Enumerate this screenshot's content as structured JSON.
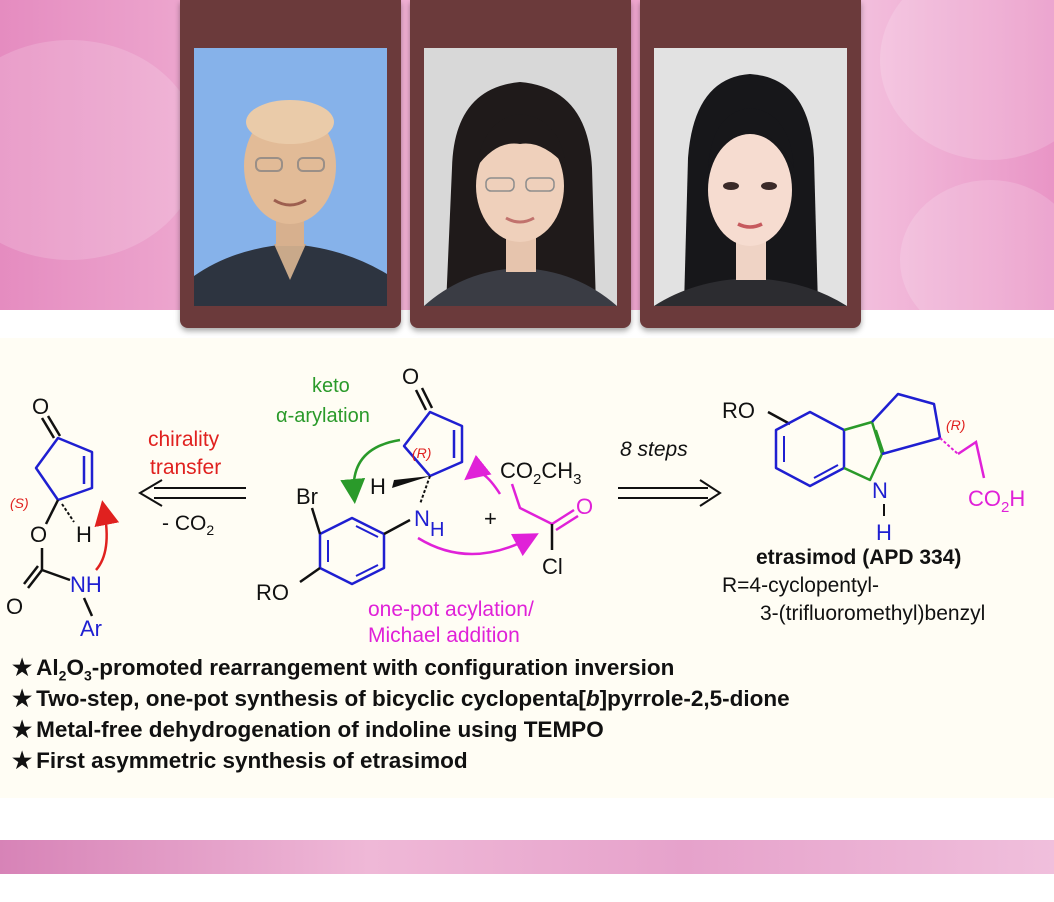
{
  "colors": {
    "blue": "#1f1fd1",
    "red": "#e0211f",
    "green": "#2a9a2a",
    "magenta": "#e021d8",
    "black": "#111111",
    "card": "#6b3a3b",
    "banner_pink": "#ee9fcb"
  },
  "portraits": [
    {
      "photo_icon": "portrait-man-photo",
      "background": "#86b2ea"
    },
    {
      "photo_icon": "portrait-woman-photo",
      "background": "#d8d8d8"
    },
    {
      "photo_icon": "portrait-woman-photo",
      "background": "#e2e2e2"
    }
  ],
  "scheme": {
    "left": {
      "O_top": "O",
      "S_label": "(S)",
      "H": "H",
      "O_ring": "O",
      "O_carbonyl": "O",
      "NH": "NH",
      "Ar": "Ar"
    },
    "arrow_left": {
      "line1": "chirality",
      "line2": "transfer",
      "below": "- CO",
      "below_sub": "2"
    },
    "middle": {
      "green_line1": "keto",
      "green_line2": "α-arylation",
      "O_top": "O",
      "R_label": "(R)",
      "H": "H",
      "N": "N",
      "N_H": "H",
      "Br": "Br",
      "RO": "RO",
      "plus": "+",
      "ester": "CO",
      "ester_sub": "2",
      "ester_tail": "CH",
      "ester_sub2": "3",
      "O_acyl": "O",
      "Cl": "Cl",
      "magenta_line1": "one-pot acylation/",
      "magenta_line2": "Michael addition"
    },
    "arrow_right": {
      "label": "8 steps"
    },
    "right": {
      "RO": "RO",
      "R_label": "(R)",
      "N": "N",
      "H": "H",
      "acid": "CO",
      "acid_sub": "2",
      "acid_tail": "H",
      "name": "etrasimod (APD 334)",
      "r_def1": "R=4-cyclopentyl-",
      "r_def2": "3-(trifluoromethyl)benzyl"
    }
  },
  "bullets": [
    {
      "star": "★",
      "pre": "Al",
      "sub1": "2",
      "mid": "O",
      "sub2": "3",
      "post": "-promoted rearrangement with configuration inversion"
    },
    {
      "star": "★",
      "pre": "Two-step, one-pot synthesis of bicyclic cyclopenta[",
      "ital": "b",
      "post": "]pyrrole-2,5-dione"
    },
    {
      "star": "★",
      "text": "Metal-free dehydrogenation of indoline using TEMPO"
    },
    {
      "star": "★",
      "text": "First asymmetric synthesis of etrasimod"
    }
  ]
}
